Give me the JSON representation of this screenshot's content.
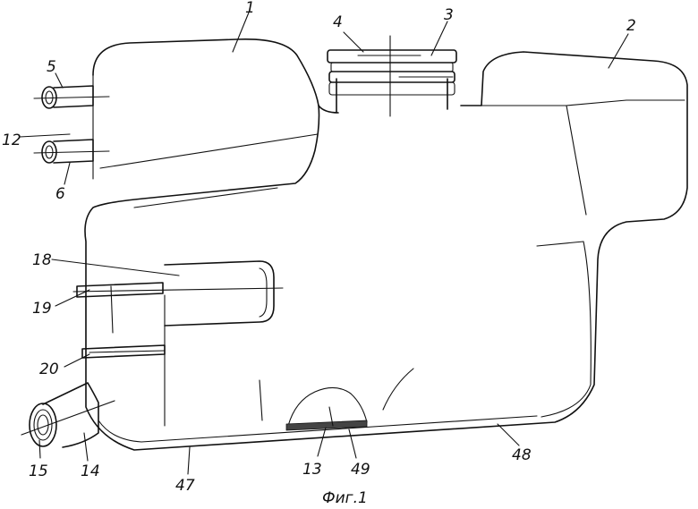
{
  "figure": {
    "caption": "Фиг.1",
    "labels": {
      "l1": "1",
      "l2": "2",
      "l3": "3",
      "l4": "4",
      "l5": "5",
      "l6": "6",
      "l12": "12",
      "l13": "13",
      "l14": "14",
      "l15": "15",
      "l18": "18",
      "l19": "19",
      "l20": "20",
      "l47": "47",
      "l48": "48",
      "l49": "49"
    }
  }
}
